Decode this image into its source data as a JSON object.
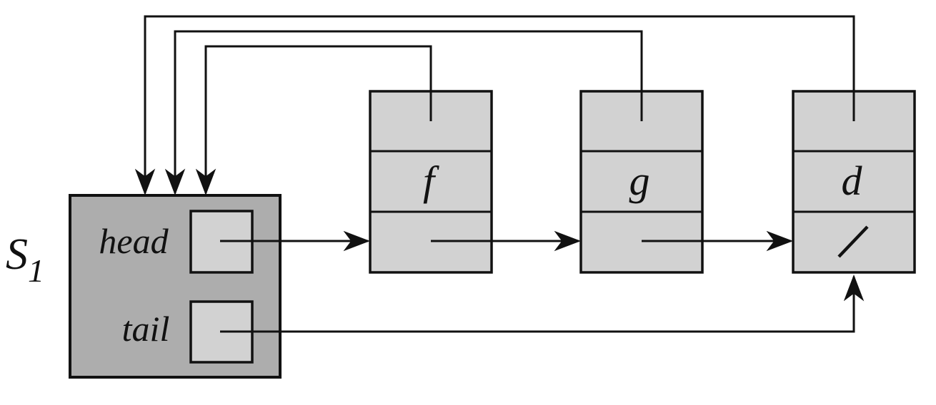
{
  "diagram": {
    "s1": {
      "base": "S",
      "sub": "1"
    },
    "record": {
      "fields": [
        {
          "label": "head"
        },
        {
          "label": "tail"
        }
      ]
    },
    "nodes": [
      {
        "label": "f"
      },
      {
        "label": "g"
      },
      {
        "label": "d",
        "null_marker": "/"
      }
    ],
    "colors": {
      "record_fill": "#adadad",
      "cell_fill": "#d2d2d2",
      "line": "#111111"
    }
  }
}
